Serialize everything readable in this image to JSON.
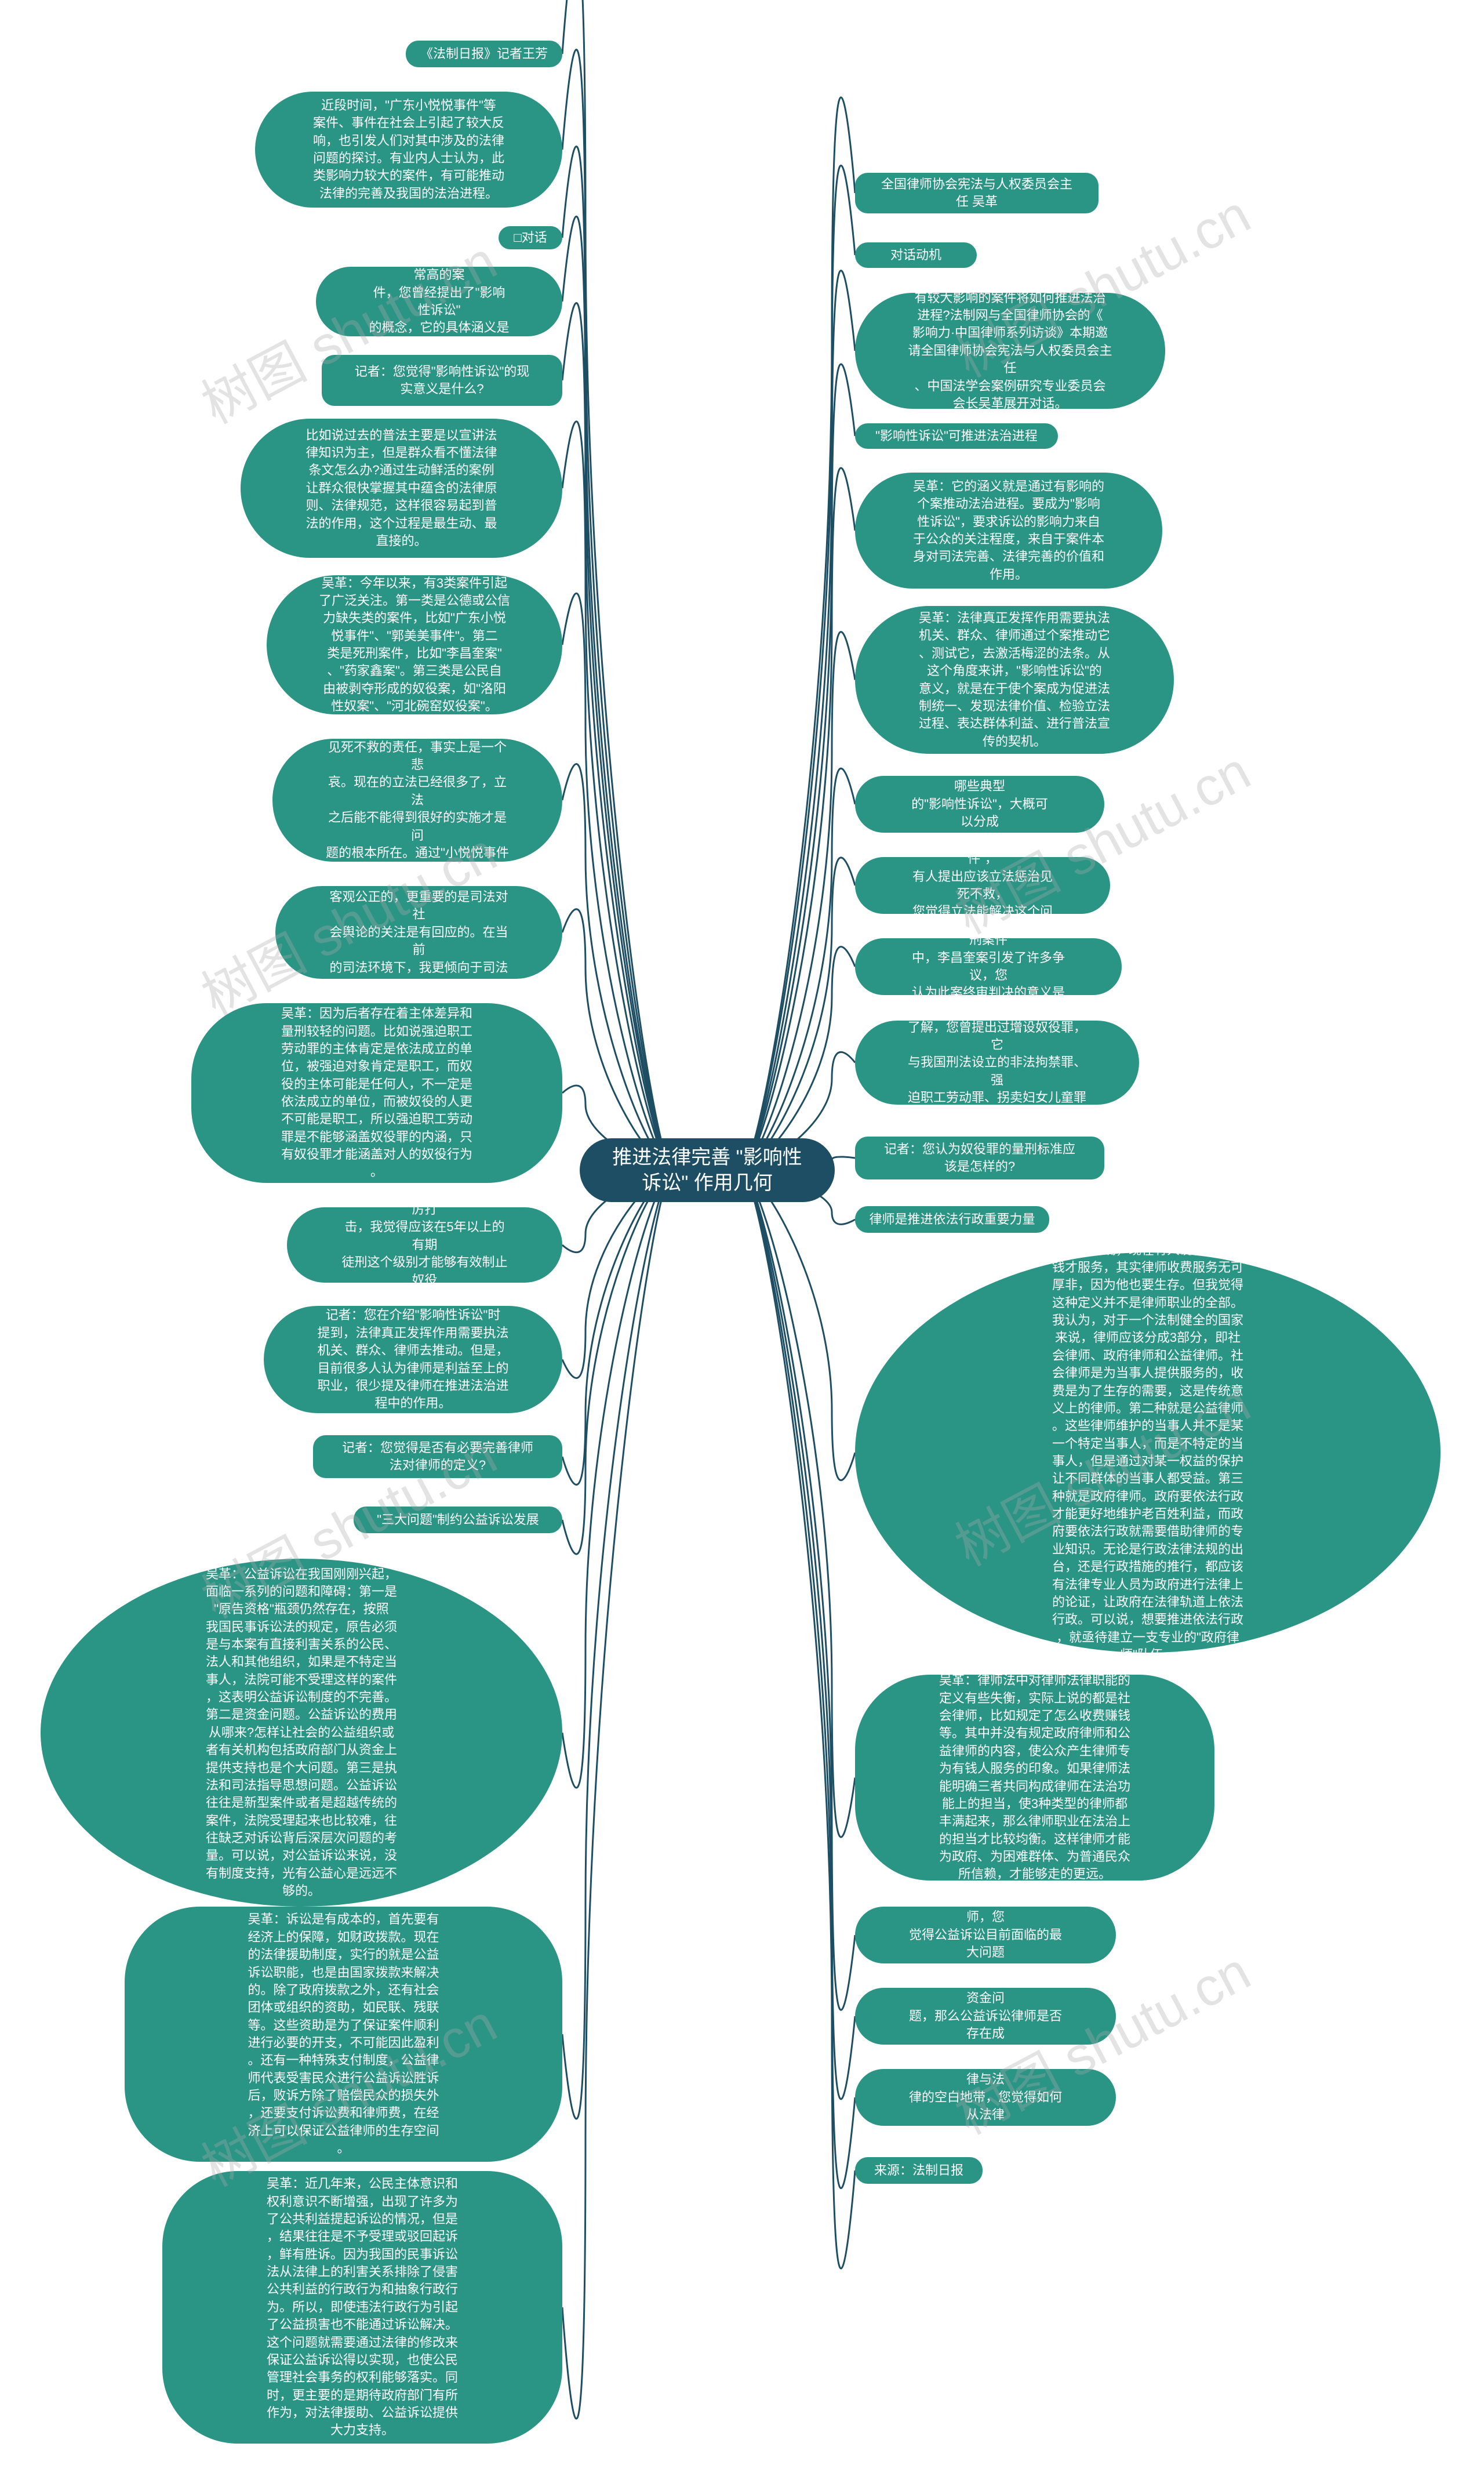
{
  "root": {
    "title": "推进法律完善 \"影响性诉讼\" 作用几何"
  },
  "watermark": "树图 shutu.cn",
  "colors": {
    "node": "#2a9485",
    "center": "#1d4e63",
    "line": "#1d4e63"
  },
  "left_nodes": [
    {
      "text": "《法制日报》记者王芳"
    },
    {
      "text": "近段时间，\"广东小悦悦事件\"等\n案件、事件在社会上引起了较大反\n响，也引发人们对其中涉及的法律\n问题的探讨。有业内人士认为，此\n类影响力较大的案件，有可能推动\n法律的完善及我国的法治进程。"
    },
    {
      "text": "□对话"
    },
    {
      "text": "记者：针对一些关注度非常高的案\n件，您曾经提出了\"影响性诉讼\"\n的概念，它的具体涵义是什么?"
    },
    {
      "text": "记者：您觉得\"影响性诉讼\"的现\n实意义是什么?"
    },
    {
      "text": "比如说过去的普法主要是以宣讲法\n律知识为主，但是群众看不懂法律\n条文怎么办?通过生动鲜活的案例\n让群众很快掌握其中蕴含的法律原\n则、法律规范，这样很容易起到普\n法的作用，这个过程是最生动、最\n直接的。"
    },
    {
      "text": "吴革：今年以来，有3类案件引起\n了广泛关注。第一类是公德或公信\n力缺失类的案件，比如\"广东小悦\n悦事件\"、\"郭美美事件\"。第二\n类是死刑案件，比如\"李昌奎案\"\n、\"药家鑫案\"。第三类是公民自\n由被剥夺形成的奴役案，如\"洛阳\n性奴案\"、\"河北碗窑奴役案\"。"
    },
    {
      "text": "吴革：我个人认为如果立法来确定\n见死不救的责任，事实上是一个悲\n哀。现在的立法已经很多了，立法\n之后能不能得到很好的实施才是问\n题的根本所在。通过\"小悦悦事件\n\"能把每个公民、每个人内心的良\n知呼唤出来才是根本价值。"
    },
    {
      "text": "吴革：李昌奎案终审的判决结果是\n客观公正的，更重要的是司法对社\n会舆论的关注是有回应的。在当前\n的司法环境下，我更倾向于司法要\n回应舆论。"
    },
    {
      "text": "吴革：因为后者存在着主体差异和\n量刑较轻的问题。比如说强迫职工\n劳动罪的主体肯定是依法成立的单\n位，被强迫对象肯定是职工，而奴\n役的主体可能是任何人，不一定是\n依法成立的单位，而被奴役的人更\n不可能是职工，所以强迫职工劳动\n罪是不能够涵盖奴役罪的内涵，只\n有奴役罪才能涵盖对人的奴役行为\n。"
    },
    {
      "text": "吴革：对奴役这种行为应该严厉打\n击，我觉得应该在5年以上的有期\n徒刑这个级别才能够有效制止奴役\n他人行为的发生。"
    },
    {
      "text": "记者：您在介绍\"影响性诉讼\"时\n提到，法律真正发挥作用需要执法\n机关、群众、律师去推动。但是，\n目前很多人认为律师是利益至上的\n职业，很少提及律师在推进法治进\n程中的作用。"
    },
    {
      "text": "记者：您觉得是否有必要完善律师\n法对律师的定义?"
    },
    {
      "text": "\"三大问题\"制约公益诉讼发展"
    },
    {
      "text": "吴革：公益诉讼在我国刚刚兴起，\n面临一系列的问题和障碍：第一是\n\"原告资格\"瓶颈仍然存在，按照\n我国民事诉讼法的规定，原告必须\n是与本案有直接利害关系的公民、\n法人和其他组织，如果是不特定当\n事人，法院可能不受理这样的案件\n，这表明公益诉讼制度的不完善。\n第二是资金问题。公益诉讼的费用\n从哪来?怎样让社会的公益组织或\n者有关机构包括政府部门从资金上\n提供支持也是个大问题。第三是执\n法和司法指导思想问题。公益诉讼\n往往是新型案件或者是超越传统的\n案件，法院受理起来也比较难，往\n往缺乏对诉讼背后深层次问题的考\n量。可以说，对公益诉讼来说，没\n有制度支持，光有公益心是远远不\n够的。"
    },
    {
      "text": "吴革：诉讼是有成本的，首先要有\n经济上的保障，如财政拨款。现在\n的法律援助制度，实行的就是公益\n诉讼职能，也是由国家拨款来解决\n的。除了政府拨款之外，还有社会\n团体或组织的资助，如民联、残联\n等。这些资助是为了保证案件顺利\n进行必要的开支，不可能因此盈利\n。还有一种特殊支付制度，公益律\n师代表受害民众进行公益诉讼胜诉\n后，败诉方除了赔偿民众的损失外\n，还要支付诉讼费和律师费，在经\n济上可以保证公益律师的生存空间\n。"
    },
    {
      "text": "吴革：近几年来，公民主体意识和\n权利意识不断增强，出现了许多为\n了公共利益提起诉讼的情况，但是\n，结果往往是不予受理或驳回起诉\n，鲜有胜诉。因为我国的民事诉讼\n法从法律上的利害关系排除了侵害\n公共利益的行政行为和抽象行政行\n为。所以，即使违法行政行为引起\n了公益损害也不能通过诉讼解决。\n这个问题就需要通过法律的修改来\n保证公益诉讼得以实现，也使公民\n管理社会事务的权利能够落实。同\n时，更主要的是期待政府部门有所\n作为，对法律援助、公益诉讼提供\n大力支持。"
    }
  ],
  "right_nodes": [
    {
      "text": "全国律师协会宪法与人权委员会主\n任 吴革"
    },
    {
      "text": "对话动机"
    },
    {
      "text": "有较大影响的案件将如何推进法治\n进程?法制网与全国律师协会的《\n影响力·中国律师系列访谈》本期邀\n请全国律师协会宪法与人权委员会主任\n、中国法学会案例研究专业委员会\n会长吴革展开对话。"
    },
    {
      "text": "\"影响性诉讼\"可推进法治进程"
    },
    {
      "text": "吴革：它的涵义就是通过有影响的\n个案推动法治进程。要成为\"影响\n性诉讼\"，要求诉讼的影响力来自\n于公众的关注程度，来自于案件本\n身对司法完善、法律完善的价值和\n作用。"
    },
    {
      "text": "吴革：法律真正发挥作用需要执法\n机关、群众、律师通过个案推动它\n、测试它，去激活梅涩的法条。从\n这个角度来讲，\"影响性诉讼\"的\n意义，就是在于使个案成为促进法\n制统一、发现法律价值、检验立法\n过程、表达群体利益、进行普法宣\n传的契机。"
    },
    {
      "text": "记者：您觉得今年以来有哪些典型\n的\"影响性诉讼\"，大概可以分成\n几类?"
    },
    {
      "text": "记者：针对\"广东小悦悦事件\"，\n有人提出应该立法惩治见死不救，\n您觉得立法能解决这个问题吗?"
    },
    {
      "text": "记者：在您归纳的第二类死刑案件\n中，李昌奎案引发了许多争议，您\n认为此案终审判决的意义是什么?"
    },
    {
      "text": "记者：刚刚您谈到奴役类案件，据\n了解，您曾提出过增设奴役罪，它\n与我国刑法设立的非法拘禁罪、强\n迫职工劳动罪、拐卖妇女儿童罪等\n有什么区别?"
    },
    {
      "text": "记者：您认为奴役罪的量刑标准应\n该是怎样的?"
    },
    {
      "text": "律师是推进依法行政重要力量"
    },
    {
      "text": "吴革：的确，现在有人说律师是给\n钱才服务，其实律师收费服务无可\n厚非，因为他也要生存。但我觉得\n这种定义并不是律师职业的全部。\n我认为，对于一个法制健全的国家\n来说，律师应该分成3部分，即社\n会律师、政府律师和公益律师。社\n会律师是为当事人提供服务的，收\n费是为了生存的需要，这是传统意\n义上的律师。第二种就是公益律师\n。这些律师维护的当事人并不是某\n一个特定当事人，而是不特定的当\n事人，但是通过对某一权益的保护\n让不同群体的当事人都受益。第三\n种就是政府律师。政府要依法行政\n才能更好地维护老百姓利益，而政\n府要依法行政就需要借助律师的专\n业知识。无论是行政法律法规的出\n台，还是行政措施的推行，都应该\n有法律专业人员为政府进行法律上\n的论证，让政府在法律轨道上依法\n行政。可以说，想要推进依法行政\n，就亟待建立一支专业的\"政府律\n师\"队伍。"
    },
    {
      "text": "吴革：律师法中对律师法律职能的\n定义有些失衡，实际上说的都是社\n会律师，比如规定了怎么收费赚钱\n等。其中并没有规定政府律师和公\n益律师的内容，使公众产生律师专\n为有钱人服务的印象。如果律师法\n能明确三者共同构成律师在法治功\n能上的担当，使3种类型的律师都\n丰满起来，那么律师职业在法治上\n的担当才比较均衡。这样律师才能\n为政府、为困难群体、为普通民众\n所信赖，才能够走的更远。"
    },
    {
      "text": "记者：刚刚您提到了公益律师，您\n觉得公益诉讼目前面临的最大问题\n是什么?"
    },
    {
      "text": "记者：您刚才提到公益诉讼资金问\n题，那么公益诉讼律师是否存在成\n本或生存问题?"
    },
    {
      "text": "记者：有人说，公益诉讼法律与法\n律的空白地带，您觉得如何从法律\n上推进公益诉讼?"
    },
    {
      "text": "来源：法制日报"
    }
  ]
}
